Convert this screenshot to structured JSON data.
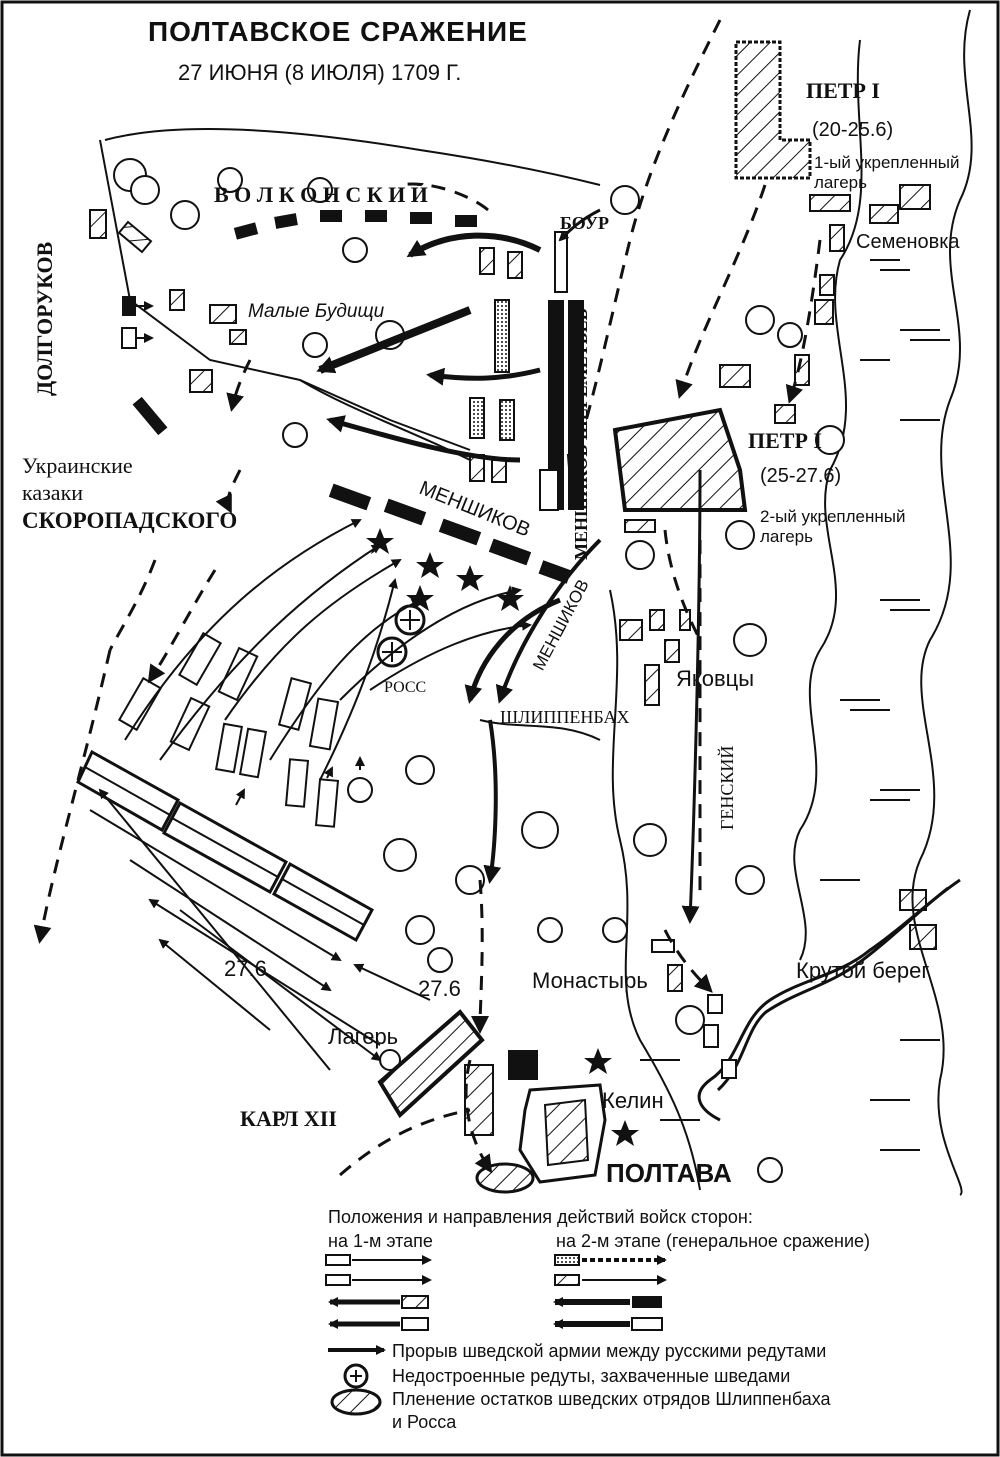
{
  "title": "ПОЛТАВСКОЕ  СРАЖЕНИЕ",
  "subtitle": "27 ИЮНЯ (8 ИЮЛЯ) 1709 Г.",
  "labels": {
    "petr1_top": "ПЕТР I",
    "petr1_top_dates": "(20-25.6)",
    "camp1": "1-ый укрепленный",
    "camp1_b": "лагерь",
    "semenovka": "Семеновка",
    "volkonsky": "В О Л К О Н С К И Й",
    "bour": "БОУР",
    "dolgorukov": "ДОЛГОРУКОВ",
    "malye_budishchi": "Малые Будищи",
    "menshikov_sheremetev": "МЕНШИКОВ ШЕРЕМЕТЬЕВ",
    "petr1_mid": "ПЕТР I",
    "petr1_mid_dates": "(25-27.6)",
    "camp2": "2-ый укрепленный",
    "camp2_b": "лагерь",
    "ukr_cossacks_1": "Украинские",
    "ukr_cossacks_2": "казаки",
    "ukr_cossacks_3": "СКОРОПАДСКОГО",
    "menshikov_1": "МЕНШИКОВ",
    "menshikov_2": "МЕНШИКОВ",
    "ross": "РОСС",
    "shlippenbakh": "ШЛИППЕНБАХ",
    "yakovtsy": "Яковцы",
    "gensky": "ГЕНСКИЙ",
    "date_1": "27.6",
    "date_2": "27.6",
    "monastery": "Монастырь",
    "krutoy_bereg": "Крутой берег",
    "lager": "Лагерь",
    "karl12": "КАРЛ XII",
    "kelin": "Келин",
    "poltava": "ПОЛТАВА"
  },
  "legend": {
    "heading": "Положения и направления действий войск сторон:",
    "stage1": "на 1-м этапе",
    "stage2": "на 2-м этапе (генеральное сражение)",
    "breakthrough": "Прорыв шведской армии между русскими редутами",
    "redoubts": "Недостроенные редуты, захваченные шведами",
    "capture_1": "Пленение остатков шведских отрядов Шлиппенбаха",
    "capture_2": "и Росса"
  }
}
